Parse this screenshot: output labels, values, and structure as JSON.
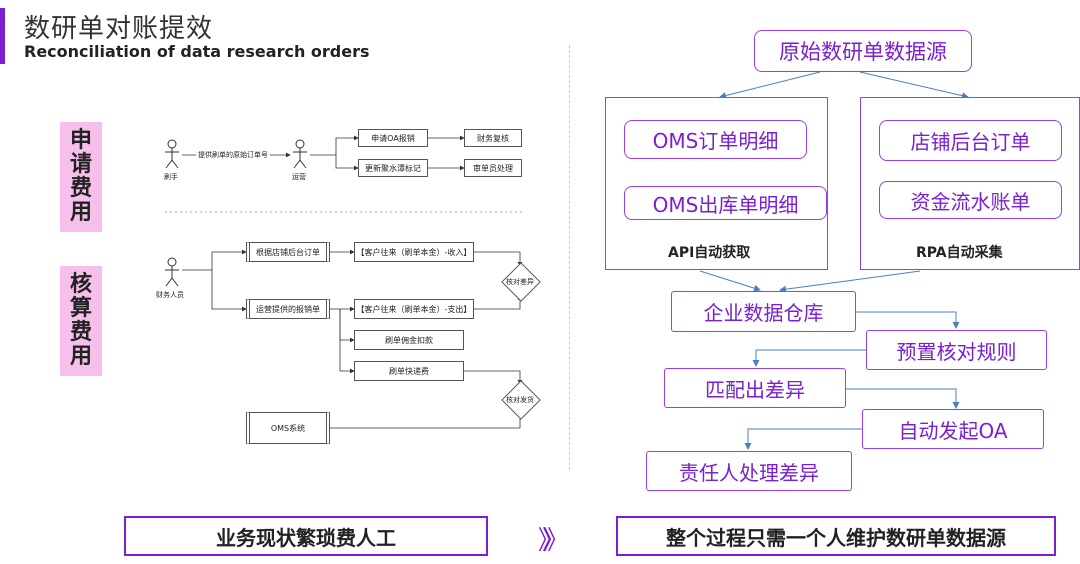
{
  "header": {
    "title_cn": "数研单对账提效",
    "title_en": "Reconciliation of data research orders"
  },
  "left": {
    "tag_apply": "申请费用",
    "tag_account": "核算费用",
    "actor_brusher": "刷手",
    "actor_ops": "运营",
    "actor_finance": "财务人员",
    "edge_provide": "提供刷单的原始订单号",
    "box_apply_oa": "申请OA报销",
    "box_fin_review": "财务复核",
    "box_update_mark": "更新聚水潭标记",
    "box_audit": "审单员处理",
    "box_store_orders": "根据店铺后台订单",
    "box_income": "【客户往来（刷单本金）-收入】",
    "diamond_check_diff": "核对差异",
    "box_ops_reimb": "运营提供的报销单",
    "box_expense": "【客户往来（刷单本金）-支出】",
    "box_commission": "刷单佣金扣款",
    "box_express": "刷单快递费",
    "diamond_check_ship": "核对发货",
    "box_oms": "OMS系统"
  },
  "right": {
    "source": "原始数研单数据源",
    "oms_order": "OMS订单明细",
    "oms_out": "OMS出库单明细",
    "api_caption": "API自动获取",
    "store_order": "店铺后台订单",
    "fund_flow": "资金流水账单",
    "rpa_caption": "RPA自动采集",
    "warehouse": "企业数据仓库",
    "rules": "预置核对规则",
    "match": "匹配出差异",
    "oa": "自动发起OA",
    "handle": "责任人处理差异"
  },
  "bottom": {
    "left_text": "业务现状繁琐费人工",
    "right_text": "整个过程只需一个人维护数研单数据源",
    "arrow_glyph": "》》"
  },
  "colors": {
    "accent": "#7a1fd1",
    "box_border": "#9b3fe0",
    "tag_bg": "#f7c0ec",
    "arrow": "#4a7fc1"
  }
}
